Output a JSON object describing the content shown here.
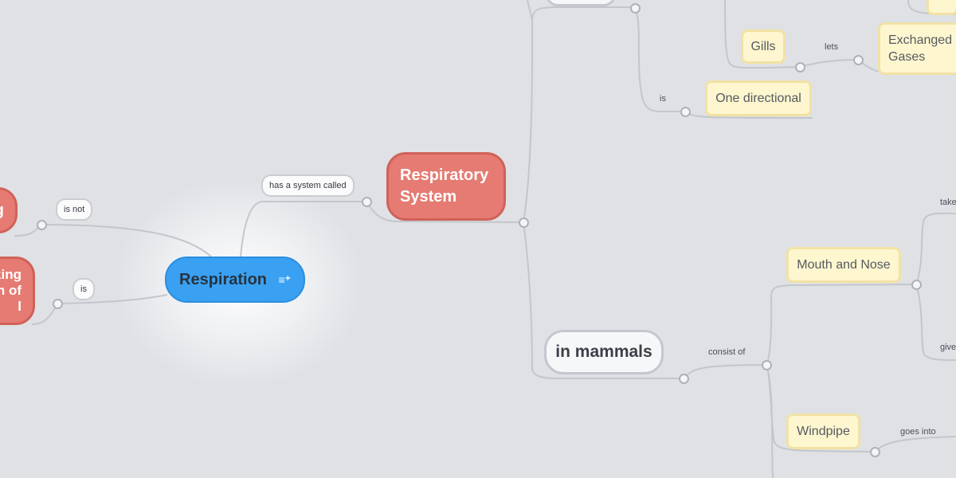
{
  "colors": {
    "canvas": "#dfe1e5",
    "root": "#3aa1f2",
    "topic": "#e57b72",
    "subtopic": "#f6f7f9",
    "leaf": "#fef6cf"
  },
  "root": {
    "label": "Respiration",
    "note_icon": "notes-icon"
  },
  "topics": {
    "respiratory_system": "Respiratory\nSystem",
    "breathing_partial": "g",
    "taking_partial": "king\nn of\nl"
  },
  "subtopics": {
    "in_mammals": "in mammals"
  },
  "leaves": {
    "gills": "Gills",
    "exchanged_gases": "Exchanged\nGases",
    "one_directional": "One directional",
    "mouth_and_nose": "Mouth and Nose",
    "windpipe": "Windpipe"
  },
  "relations": {
    "has_system_called": "has a system called",
    "is_not": "is not",
    "is": "is",
    "lets": "lets",
    "is_small": "is",
    "consist_of": "consist of",
    "goes_into": "goes into",
    "take_partial": "take",
    "give_partial": "give"
  }
}
